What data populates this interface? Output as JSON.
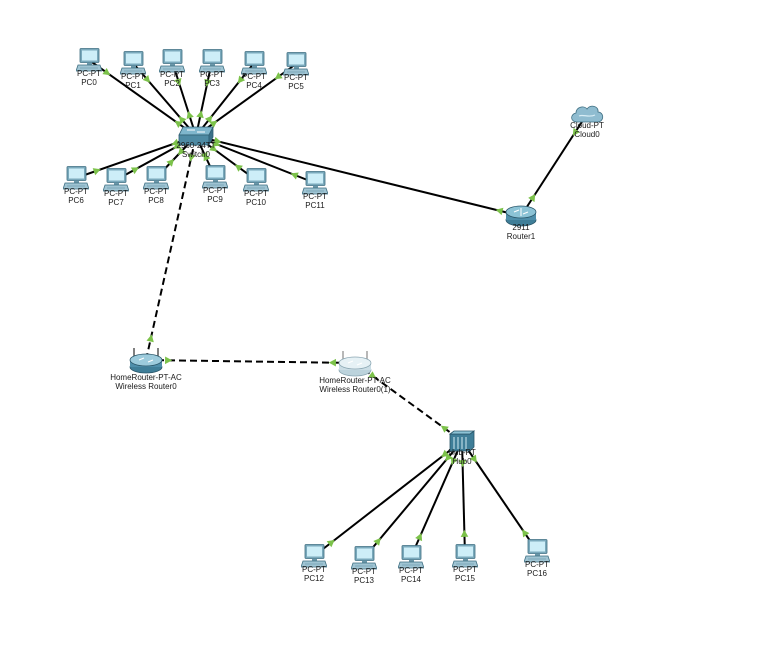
{
  "devices": [
    {
      "id": "pc0",
      "kind": "pc",
      "model": "PC-PT",
      "name": "PC0"
    },
    {
      "id": "pc1",
      "kind": "pc",
      "model": "PC-PT",
      "name": "PC1"
    },
    {
      "id": "pc2",
      "kind": "pc",
      "model": "PC-PT",
      "name": "PC2"
    },
    {
      "id": "pc3",
      "kind": "pc",
      "model": "PC-PT",
      "name": "PC3"
    },
    {
      "id": "pc4",
      "kind": "pc",
      "model": "PC-PT",
      "name": "PC4"
    },
    {
      "id": "pc5",
      "kind": "pc",
      "model": "PC-PT",
      "name": "PC5"
    },
    {
      "id": "pc6",
      "kind": "pc",
      "model": "PC-PT",
      "name": "PC6"
    },
    {
      "id": "pc7",
      "kind": "pc",
      "model": "PC-PT",
      "name": "PC7"
    },
    {
      "id": "pc8",
      "kind": "pc",
      "model": "PC-PT",
      "name": "PC8"
    },
    {
      "id": "pc9",
      "kind": "pc",
      "model": "PC-PT",
      "name": "PC9"
    },
    {
      "id": "pc10",
      "kind": "pc",
      "model": "PC-PT",
      "name": "PC10"
    },
    {
      "id": "pc11",
      "kind": "pc",
      "model": "PC-PT",
      "name": "PC11"
    },
    {
      "id": "switch0",
      "kind": "switch",
      "model": "2960-24TT",
      "name": "Switch0"
    },
    {
      "id": "router1",
      "kind": "router",
      "model": "2911",
      "name": "Router1"
    },
    {
      "id": "cloud0",
      "kind": "cloud",
      "model": "Cloud-PT",
      "name": "Cloud0"
    },
    {
      "id": "wr0",
      "kind": "wrouter",
      "model": "HomeRouter-PT-AC",
      "name": "Wireless Router0"
    },
    {
      "id": "wr1",
      "kind": "wrouter-light",
      "model": "HomeRouter-PT-AC",
      "name": "Wireless Router0(1)"
    },
    {
      "id": "hub0",
      "kind": "hub",
      "model": "Hub-PT",
      "name": "Hub0"
    },
    {
      "id": "pc12",
      "kind": "pc",
      "model": "PC-PT",
      "name": "PC12"
    },
    {
      "id": "pc13",
      "kind": "pc",
      "model": "PC-PT",
      "name": "PC13"
    },
    {
      "id": "pc14",
      "kind": "pc",
      "model": "PC-PT",
      "name": "PC14"
    },
    {
      "id": "pc15",
      "kind": "pc",
      "model": "PC-PT",
      "name": "PC15"
    },
    {
      "id": "pc16",
      "kind": "pc",
      "model": "PC-PT",
      "name": "PC16"
    }
  ],
  "links": [
    {
      "from": "switch0",
      "to": "pc0",
      "style": "solid"
    },
    {
      "from": "switch0",
      "to": "pc1",
      "style": "solid"
    },
    {
      "from": "switch0",
      "to": "pc2",
      "style": "solid"
    },
    {
      "from": "switch0",
      "to": "pc3",
      "style": "solid"
    },
    {
      "from": "switch0",
      "to": "pc4",
      "style": "solid"
    },
    {
      "from": "switch0",
      "to": "pc5",
      "style": "solid"
    },
    {
      "from": "switch0",
      "to": "pc6",
      "style": "solid"
    },
    {
      "from": "switch0",
      "to": "pc7",
      "style": "solid"
    },
    {
      "from": "switch0",
      "to": "pc8",
      "style": "solid"
    },
    {
      "from": "switch0",
      "to": "pc9",
      "style": "solid"
    },
    {
      "from": "switch0",
      "to": "pc10",
      "style": "solid"
    },
    {
      "from": "switch0",
      "to": "pc11",
      "style": "solid"
    },
    {
      "from": "switch0",
      "to": "router1",
      "style": "solid"
    },
    {
      "from": "router1",
      "to": "cloud0",
      "style": "solid"
    },
    {
      "from": "wr0",
      "to": "switch0",
      "style": "dashed"
    },
    {
      "from": "wr0",
      "to": "wr1",
      "style": "dashed"
    },
    {
      "from": "wr1",
      "to": "hub0",
      "style": "dashed"
    },
    {
      "from": "hub0",
      "to": "pc12",
      "style": "solid"
    },
    {
      "from": "hub0",
      "to": "pc13",
      "style": "solid"
    },
    {
      "from": "hub0",
      "to": "pc14",
      "style": "solid"
    },
    {
      "from": "hub0",
      "to": "pc15",
      "style": "solid"
    },
    {
      "from": "hub0",
      "to": "pc16",
      "style": "solid"
    }
  ],
  "colors": {
    "link": "#000000",
    "port_up": "#7cc24a",
    "pc_screen": "#bfe6f2",
    "pc_body": "#8fb6c6",
    "device": "#5b9bb5"
  }
}
